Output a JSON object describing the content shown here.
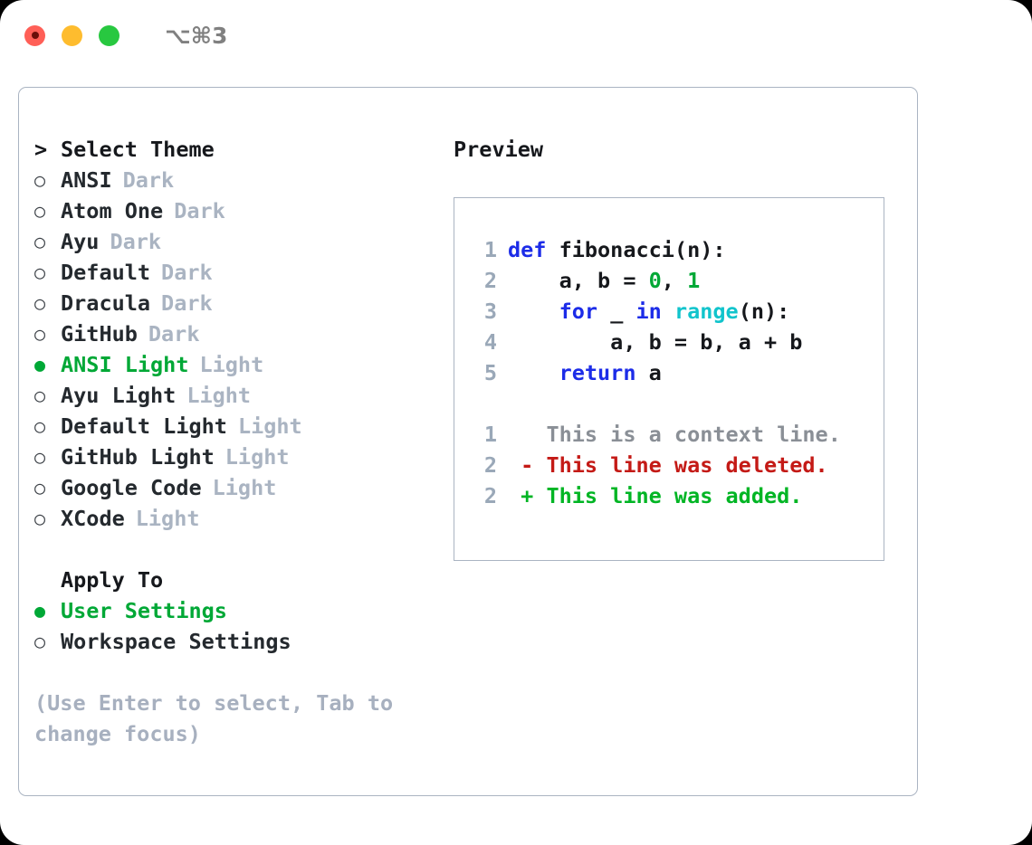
{
  "titlebar": {
    "shortcut": "⌥⌘3",
    "buttons": [
      {
        "name": "close",
        "color": "#ff5f57"
      },
      {
        "name": "minimize",
        "color": "#febc2e"
      },
      {
        "name": "maximize",
        "color": "#28c840"
      }
    ]
  },
  "theme_picker": {
    "caret": ">",
    "heading": "Select Theme",
    "bullet_unselected": "○",
    "bullet_selected": "●",
    "items": [
      {
        "label": "ANSI",
        "variant": "Dark",
        "selected": false
      },
      {
        "label": "Atom One",
        "variant": "Dark",
        "selected": false
      },
      {
        "label": "Ayu",
        "variant": "Dark",
        "selected": false
      },
      {
        "label": "Default",
        "variant": "Dark",
        "selected": false
      },
      {
        "label": "Dracula",
        "variant": "Dark",
        "selected": false
      },
      {
        "label": "GitHub",
        "variant": "Dark",
        "selected": false
      },
      {
        "label": "ANSI Light",
        "variant": "Light",
        "selected": true
      },
      {
        "label": "Ayu Light",
        "variant": "Light",
        "selected": false
      },
      {
        "label": "Default Light",
        "variant": "Light",
        "selected": false
      },
      {
        "label": "GitHub Light",
        "variant": "Light",
        "selected": false
      },
      {
        "label": "Google Code",
        "variant": "Light",
        "selected": false
      },
      {
        "label": "XCode",
        "variant": "Light",
        "selected": false
      }
    ]
  },
  "apply_to": {
    "heading": "Apply To",
    "options": [
      {
        "label": "User Settings",
        "selected": true
      },
      {
        "label": "Workspace Settings",
        "selected": false
      }
    ]
  },
  "hint": "(Use Enter to select, Tab to change focus)",
  "preview": {
    "title": "Preview",
    "code_lines": [
      {
        "lineno": "1",
        "tokens": [
          {
            "text": "def ",
            "type": "kw"
          },
          {
            "text": "fibonacci",
            "type": "fn"
          },
          {
            "text": "(n):",
            "type": "plain"
          }
        ]
      },
      {
        "lineno": "2",
        "tokens": [
          {
            "text": "    a, b = ",
            "type": "plain"
          },
          {
            "text": "0",
            "type": "num"
          },
          {
            "text": ", ",
            "type": "plain"
          },
          {
            "text": "1",
            "type": "num"
          }
        ]
      },
      {
        "lineno": "3",
        "tokens": [
          {
            "text": "    ",
            "type": "plain"
          },
          {
            "text": "for",
            "type": "kw"
          },
          {
            "text": " _ ",
            "type": "plain"
          },
          {
            "text": "in",
            "type": "kw"
          },
          {
            "text": " ",
            "type": "plain"
          },
          {
            "text": "range",
            "type": "call"
          },
          {
            "text": "(n):",
            "type": "plain"
          }
        ]
      },
      {
        "lineno": "4",
        "tokens": [
          {
            "text": "        a, b = b, a + b",
            "type": "plain"
          }
        ]
      },
      {
        "lineno": "5",
        "tokens": [
          {
            "text": "    ",
            "type": "plain"
          },
          {
            "text": "return",
            "type": "kw"
          },
          {
            "text": " a",
            "type": "plain"
          }
        ]
      }
    ],
    "diff_lines": [
      {
        "lineno": "1",
        "marker": " ",
        "text": "This is a context line.",
        "kind": "context"
      },
      {
        "lineno": "2",
        "marker": "-",
        "text": "This line was deleted.",
        "kind": "deleted"
      },
      {
        "lineno": "2",
        "marker": "+",
        "text": "This line was added.",
        "kind": "added"
      }
    ]
  },
  "colors": {
    "accent_green": "#00a836",
    "border": "#aab4c2",
    "muted": "#aab4c2",
    "hint": "#a7b0bf",
    "keyword": "#1c2ce8",
    "call": "#11c4cc",
    "number": "#00a836",
    "diff_deleted": "#c41a16",
    "diff_added": "#00b524",
    "diff_context": "#8a8f96"
  }
}
